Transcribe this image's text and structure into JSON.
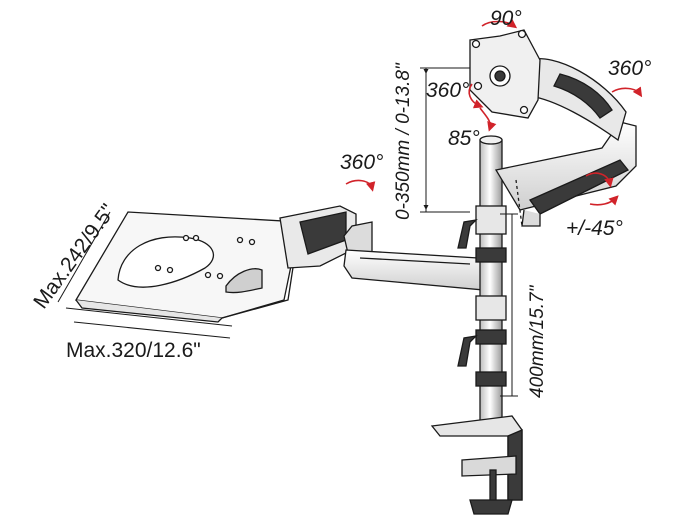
{
  "labels": {
    "rot_90": "90°",
    "rot_360_head": "360°",
    "rot_360_right": "360°",
    "rot_360_left": "360°",
    "tilt_85": "85°",
    "tilt_45": "+/-45°",
    "height_range": "0-350mm / 0-13.8\"",
    "pole_height": "400mm/15.7\"",
    "tray_depth": "Max.242/9.5\"",
    "tray_width": "Max.320/12.6\""
  },
  "colors": {
    "line": "#1a1a1a",
    "arrow_red": "#d1232a",
    "metal_light": "#f2f2f2",
    "metal_mid": "#cfcfcf",
    "metal_dark": "#3a3a3a"
  }
}
